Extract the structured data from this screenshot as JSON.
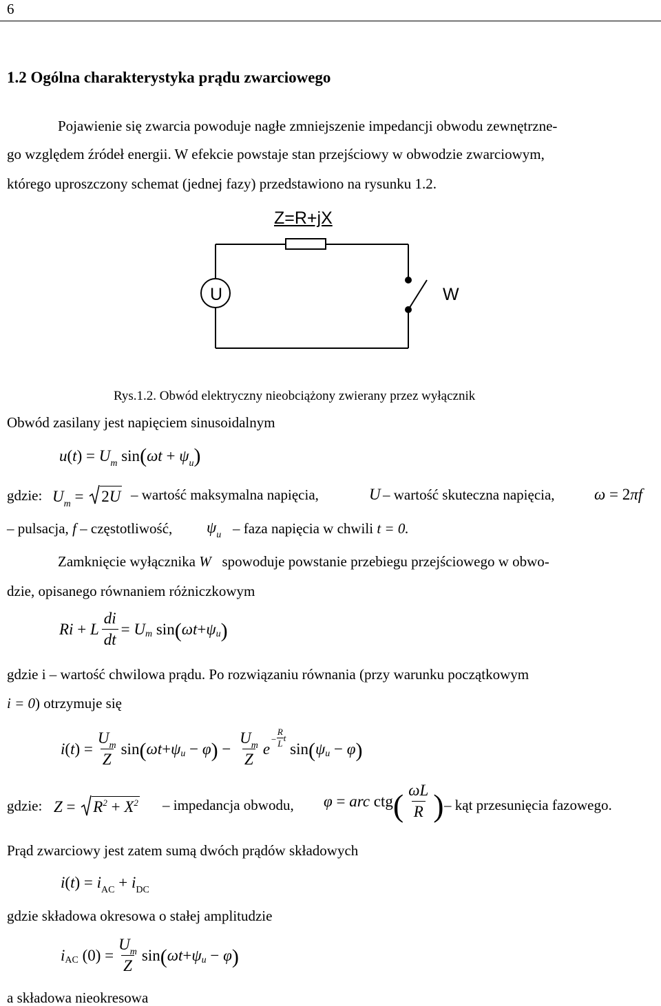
{
  "page_number": "6",
  "heading": "1.2 Ogólna charakterystyka prądu zwarciowego",
  "para1": {
    "line1": "Pojawienie się zwarcia powoduje nagłe zmniejszenie impedancji obwodu zewnętrzne-",
    "line2": "go względem źródeł energii. W efekcie powstaje stan przejściowy w obwodzie zwarciowym,",
    "line3": "którego uproszczony schemat (jednej fazy) przedstawiono na rysunku 1.2."
  },
  "figure": {
    "impedance_label": "Z=R+jX",
    "source_label": "U",
    "switch_label": "W",
    "caption": "Rys.1.2. Obwód elektryczny nieobciążony zwierany przez wyłącznik"
  },
  "para2": "Obwód zasilany jest napięciem sinusoidalnym",
  "gdzie1": {
    "label": "gdzie:",
    "t1": "wartość maksymalna napięcia,",
    "t2": "wartość skuteczna napięcia,",
    "t3": "pulsacja,",
    "t4": "częstotliwość,",
    "t5": "faza napięcia w chwili"
  },
  "para3": {
    "line1a": "Zamknięcie wyłącznika",
    "line1b": "spowoduje powstanie przebiegu przejściowego w obwo-",
    "line2": "dzie, opisanego równaniem różniczkowym"
  },
  "para4": {
    "line1": "gdzie i – wartość chwilowa prądu. Po rozwiązaniu równania (przy warunku początkowym",
    "line2b": ") otrzymuje się"
  },
  "gdzie2": {
    "label": "gdzie:",
    "t1": "impedancja obwodu,",
    "t2": "kąt przesunięcia fazowego."
  },
  "para5": "Prąd zwarciowy jest zatem sumą dwóch prądów składowych",
  "para6": "gdzie składowa okresowa o stałej amplitudzie",
  "para7": "a składowa nieokresowa"
}
